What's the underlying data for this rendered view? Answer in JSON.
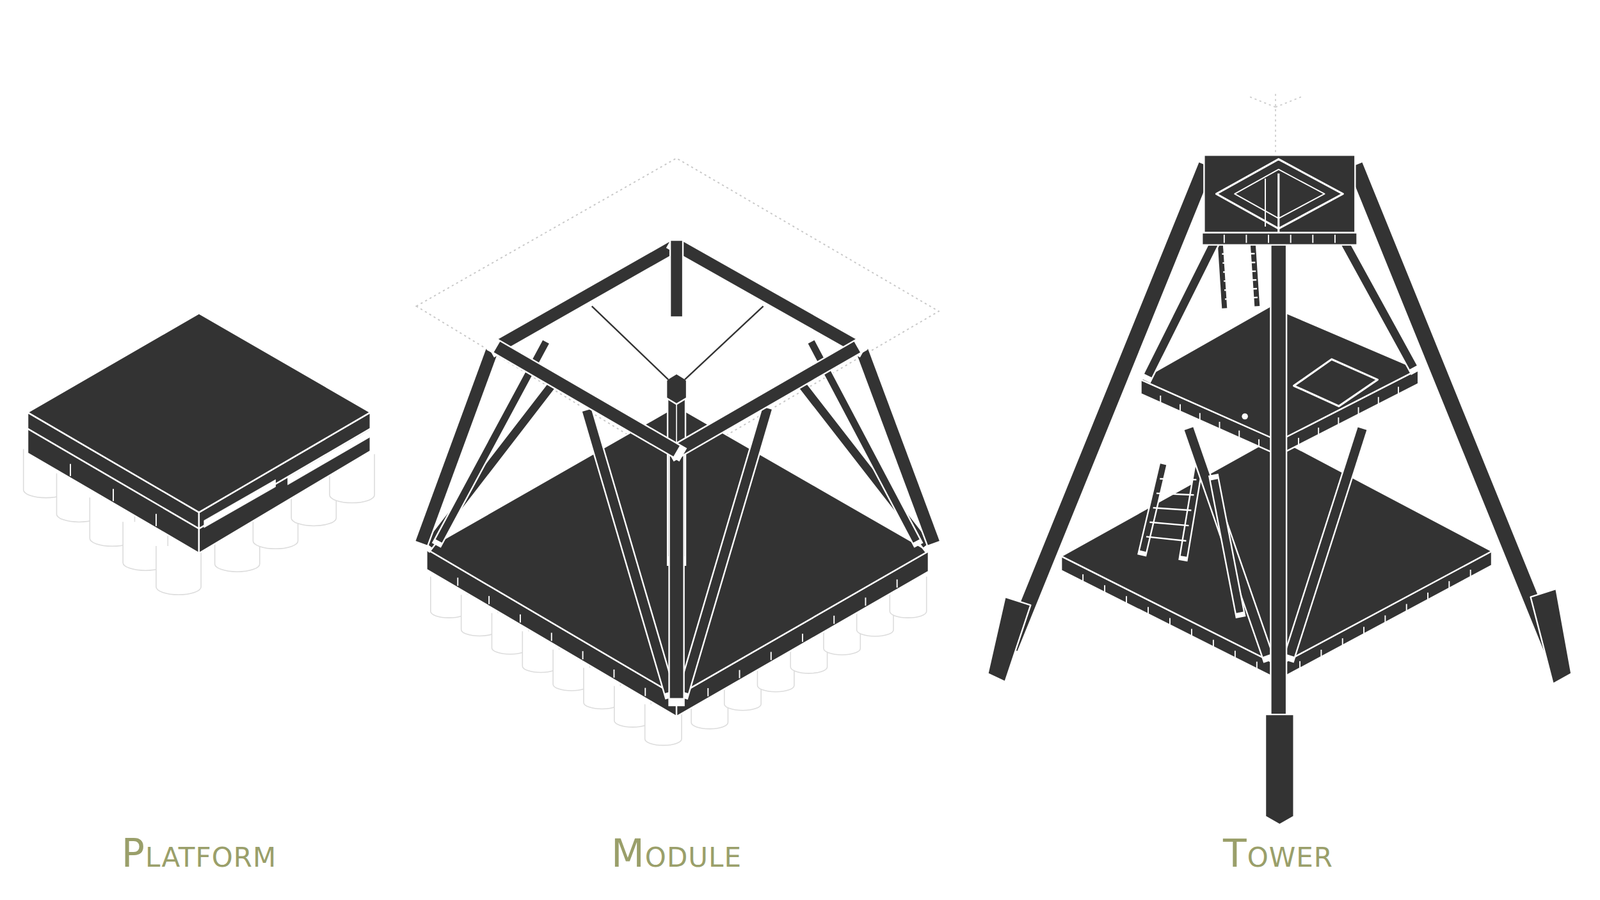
{
  "diagram": {
    "labels": [
      "Platform",
      "Module",
      "Tower"
    ]
  }
}
